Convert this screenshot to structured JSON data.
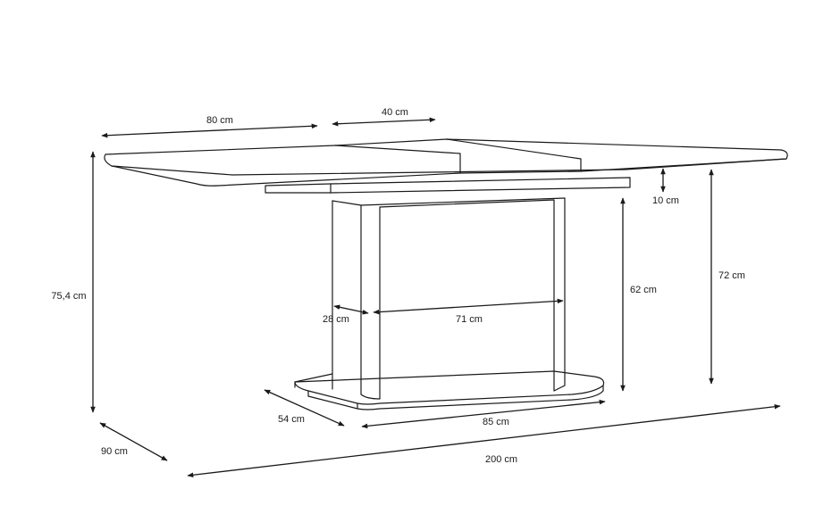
{
  "labels": {
    "top_leaf_width": "80 cm",
    "extension_width": "40 cm",
    "apron_height": "10 cm",
    "total_height": "75,4 cm",
    "pedestal_depth": "28 cm",
    "pedestal_width": "71 cm",
    "pedestal_height": "62 cm",
    "clearance_height": "72 cm",
    "base_depth": "54 cm",
    "base_width": "85 cm",
    "table_depth": "90 cm",
    "table_length": "200 cm"
  },
  "colors": {
    "line": "#1a1a1a",
    "background": "#ffffff"
  }
}
